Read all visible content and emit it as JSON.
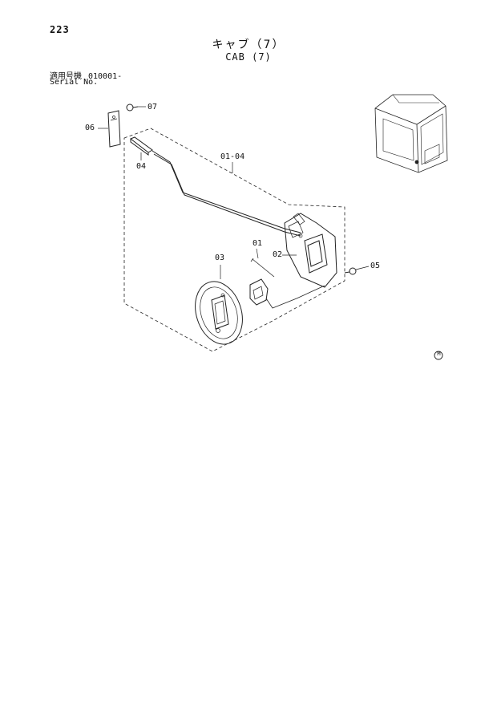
{
  "header": {
    "page_number": "223",
    "title_jp": "キャブ（7）",
    "title_en": "CAB (7)",
    "serial_label_jp": "適用号機",
    "serial_value": "010001-",
    "serial_label_en": "Serial No."
  },
  "callouts": [
    "07",
    "06",
    "04",
    "01-04",
    "01",
    "02",
    "03",
    "05"
  ],
  "mark": "M"
}
